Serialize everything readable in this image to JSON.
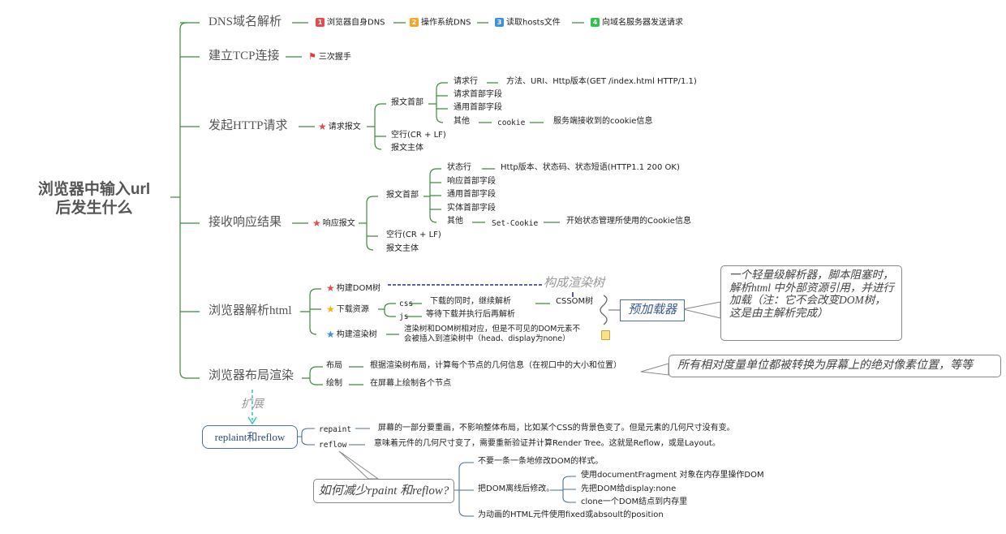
{
  "root": {
    "title_line1": "浏览器中输入url",
    "title_line2": "后发生什么"
  },
  "colors": {
    "branch_green": "#3d8b3d",
    "blue_branch": "#4a6fa5",
    "dashed_navy": "#2b2b9a",
    "dashed_teal": "#3fbfbf",
    "badge_red": "#e74c4c",
    "badge_orange": "#f5a623",
    "badge_blue": "#3d8fe0",
    "badge_green": "#2ec44a",
    "star_red": "#e74c4c",
    "star_orange": "#f5b400",
    "star_blue": "#3d8fe0"
  },
  "dns": {
    "label": "DNS域名解析",
    "steps": [
      {
        "num": "1",
        "text": "浏览器自身DNS"
      },
      {
        "num": "2",
        "text": "操作系统DNS"
      },
      {
        "num": "3",
        "text": "读取hosts文件"
      },
      {
        "num": "4",
        "text": "向域名服务器发送请求"
      }
    ]
  },
  "tcp": {
    "label": "建立TCP连接",
    "flag_icon": "red-flag",
    "child": "三次握手"
  },
  "http_request": {
    "label": "发起HTTP请求",
    "message": "请求报文",
    "header": "报文首部",
    "header_items": [
      {
        "label": "请求行",
        "detail": "方法、URI、Http版本(GET /index.html HTTP/1.1)"
      },
      {
        "label": "请求首部字段"
      },
      {
        "label": "通用首部字段"
      },
      {
        "label": "其他",
        "sub": "cookie",
        "detail": "服务端接收到的cookie信息"
      }
    ],
    "blank_line": "空行(CR + LF)",
    "body": "报文主体"
  },
  "http_response": {
    "label": "接收响应结果",
    "message": "响应报文",
    "header": "报文首部",
    "header_items": [
      {
        "label": "状态行",
        "detail": "Http版本、状态码、状态短语(HTTP1.1 200 OK)"
      },
      {
        "label": "响应首部字段"
      },
      {
        "label": "通用首部字段"
      },
      {
        "label": "实体首部字段"
      },
      {
        "label": "其他",
        "sub": "Set-Cookie",
        "detail": "开始状态管理所使用的Cookie信息"
      }
    ],
    "blank_line": "空行(CR + LF)",
    "body": "报文主体"
  },
  "parse_html": {
    "label": "浏览器解析html",
    "build_dom": "构建DOM树",
    "render_tree_relation": "构成渲染树",
    "download": "下载资源",
    "css": "css",
    "css_detail": "下载的同时，继续解析",
    "cssom": "CSSOM树",
    "js": "js",
    "js_detail": "等待下载并执行后再解析",
    "build_render": "构建渲染树",
    "render_detail_line1": "渲染树和DOM树相对应，但是不可见的DOM元素不",
    "render_detail_line2": "会被插入到渲染树中（head、display为none）",
    "preloader": "预加载器",
    "preloader_note": "一个轻量级解析器，脚本阻塞时，解析html 中外部资源引用，并进行加载（注：它不会改变DOM树，这是由主解析完成）"
  },
  "layout_render": {
    "label": "浏览器布局渲染",
    "layout": "布局",
    "layout_detail": "根据渲染树布局，计算每个节点的几何信息（在视口中的大小和位置）",
    "paint": "绘制",
    "paint_detail": "在屏幕上绘制各个节点",
    "note": "所有相对度量单位都被转换为屏幕上的绝对像素位置，等等",
    "extend_label": "扩展"
  },
  "repaint_reflow": {
    "label": "replaint和reflow",
    "repaint": "repaint",
    "repaint_detail": "屏幕的一部分要重画，不影响整体布局，比如某个CSS的背景色变了。但是元素的几何尺寸没有变。",
    "reflow": "reflow",
    "reflow_detail": "意味着元件的几何尺寸变了，需要重新验证并计算Render Tree。这就是Reflow，或是Layout。",
    "question": "如何减少rpaint 和reflow?",
    "tips": [
      "不要一条一条地修改DOM的样式。",
      "把DOM离线后修改。",
      "为动画的HTML元件使用fixed或absoult的position"
    ],
    "offline_tips": [
      "使用documentFragment 对象在内存里操作DOM",
      "先把DOM给display:none",
      "clone一个DOM结点到内存里"
    ]
  }
}
